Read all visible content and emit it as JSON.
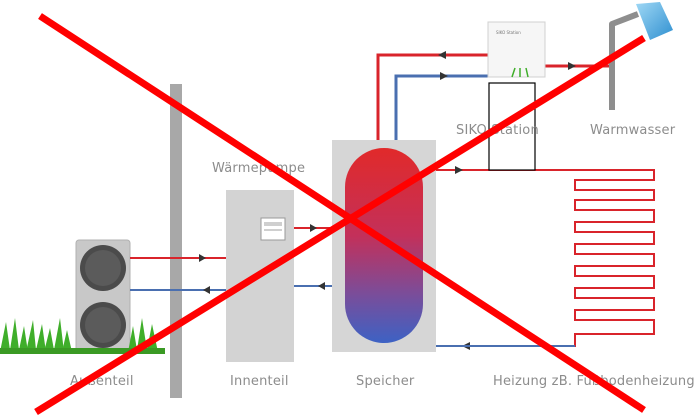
{
  "labels": {
    "aussenteil": "Außenteil",
    "waermepumpe": "Wärmepumpe",
    "innenteil": "Innenteil",
    "speicher": "Speicher",
    "siko": "SIKO Station",
    "warmwasser": "Warmwasser",
    "heizung": "Heizung zB. Fußbodenheizung"
  },
  "colors": {
    "hot": "#d9242b",
    "cold": "#4a6fb0",
    "strike": "#ff0000",
    "panel": "#d3d3d3"
  },
  "icons": {
    "fan": "fan-icon",
    "shower": "shower-icon",
    "grass": "grass-icon"
  }
}
